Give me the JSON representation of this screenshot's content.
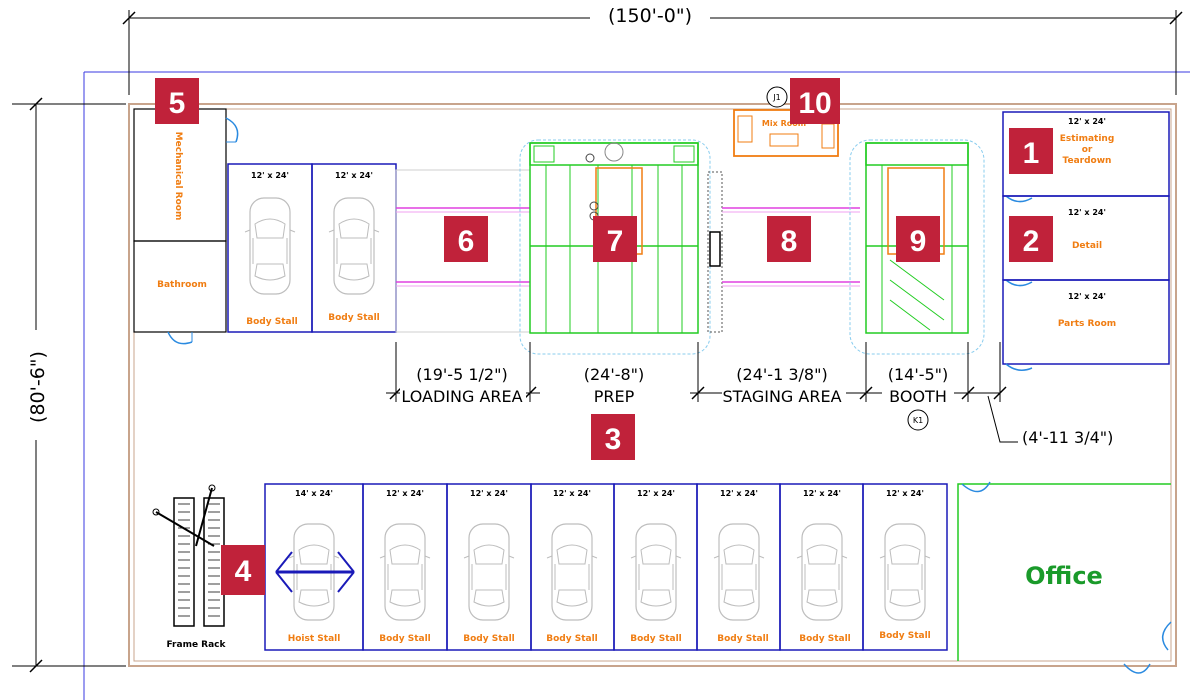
{
  "dimensions": {
    "overall_width": "(150'-0\")",
    "overall_depth": "(80'-6\")",
    "loading": "(19'-5 1/2\")",
    "prep": "(24'-8\")",
    "staging": "(24'-1 3/8\")",
    "booth": "(14'-5\")",
    "gap": "(4'-11 3/4\")"
  },
  "areas": {
    "loading": "LOADING AREA",
    "prep": "PREP",
    "staging": "STAGING AREA",
    "booth": "BOOTH"
  },
  "rooms": {
    "mechanical": "Mechanical Room",
    "bathroom": "Bathroom",
    "mix_room": "Mix Room",
    "estimating_1": "Estimating",
    "estimating_2": "or",
    "estimating_3": "Teardown",
    "detail": "Detail",
    "parts": "Parts Room",
    "office": "Office",
    "frame_rack": "Frame Rack"
  },
  "room_sizes": {
    "estimating": "12' x 24'",
    "detail": "12' x 24'",
    "parts": "12' x 24'"
  },
  "tags": {
    "j1": "J1",
    "k1": "K1"
  },
  "badges": [
    "1",
    "2",
    "3",
    "4",
    "5",
    "6",
    "7",
    "8",
    "9",
    "10"
  ],
  "top_stalls": [
    {
      "size": "12' x 24'",
      "label": "Body Stall"
    },
    {
      "size": "12' x 24'",
      "label": "Body Stall"
    }
  ],
  "bottom_stalls": [
    {
      "size": "14' x 24'",
      "label": "Hoist Stall"
    },
    {
      "size": "12' x 24'",
      "label": "Body Stall"
    },
    {
      "size": "12' x 24'",
      "label": "Body Stall"
    },
    {
      "size": "12' x 24'",
      "label": "Body Stall"
    },
    {
      "size": "12' x 24'",
      "label": "Body Stall"
    },
    {
      "size": "12' x 24'",
      "label": "Body Stall"
    },
    {
      "size": "12' x 24'",
      "label": "Body Stall"
    },
    {
      "size": "12' x 24'",
      "label": "Body Stall"
    }
  ],
  "colors": {
    "badge": "#c0223a",
    "orange": "#f07d12",
    "green": "#22cc22",
    "blue": "#1a1ab8",
    "office_green": "#1a9a2a",
    "wall": "#c8a48c",
    "magenta": "#e040e0"
  }
}
